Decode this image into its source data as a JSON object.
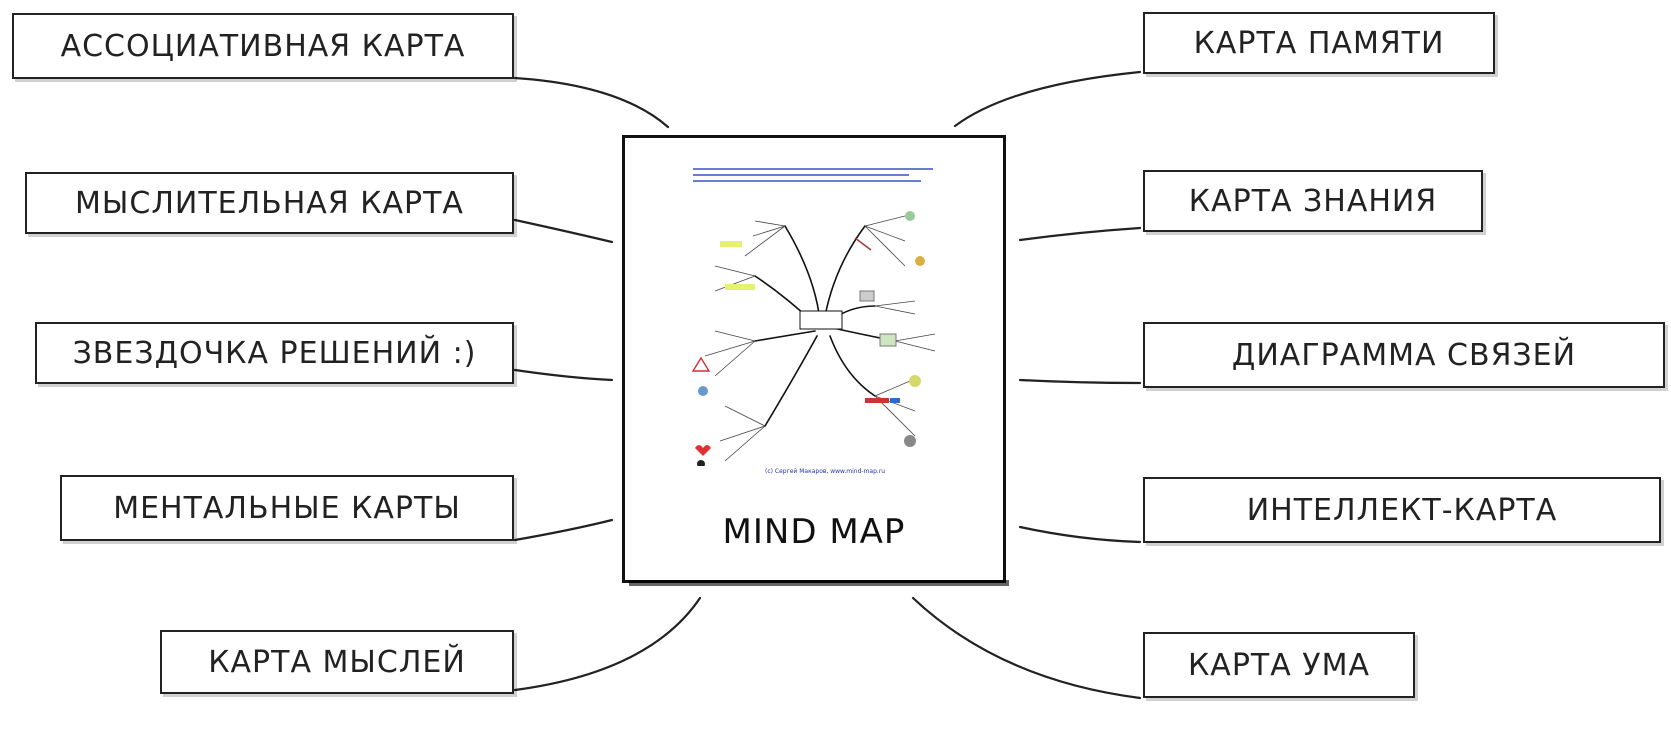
{
  "center": {
    "title": "MIND MAP",
    "footer_credit": "(c) Сергей Макаров, www.mind-map.ru"
  },
  "left_terms": [
    "АССОЦИАТИВНАЯ КАРТА",
    "МЫСЛИТЕЛЬНАЯ КАРТА",
    "ЗВЕЗДОЧКА РЕШЕНИЙ :)",
    "МЕНТАЛЬНЫЕ КАРТЫ",
    "КАРТА МЫСЛЕЙ"
  ],
  "right_terms": [
    "КАРТА ПАМЯТИ",
    "КАРТА ЗНАНИЯ",
    "ДИАГРАММА СВЯЗЕЙ",
    "ИНТЕЛЛЕКТ-КАРТА",
    "КАРТА УМА"
  ],
  "colors": {
    "ink": "#222222",
    "mini_branch": "#111111",
    "mini_highlight": "#e8f070",
    "mini_link": "#2233aa"
  }
}
